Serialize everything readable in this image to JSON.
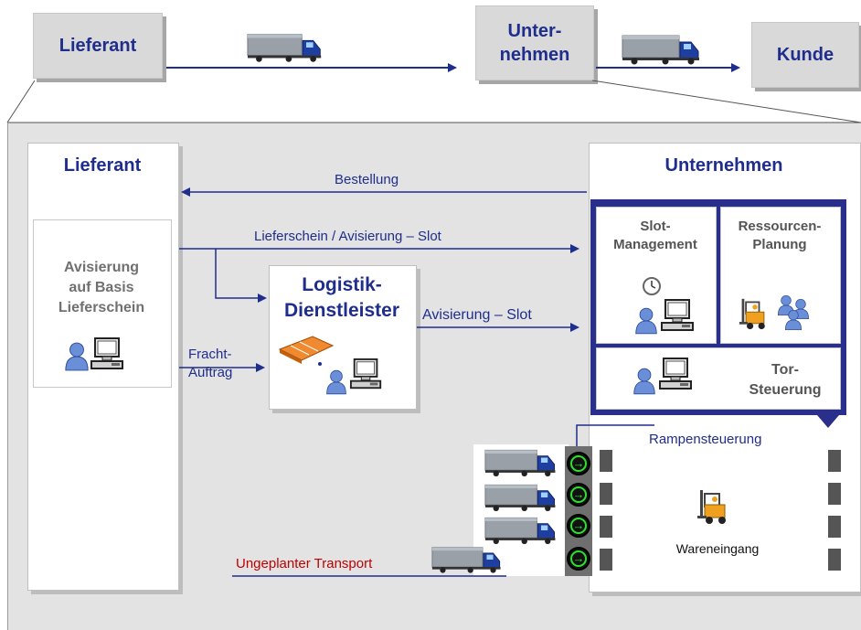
{
  "top": {
    "supplier": "Lieferant",
    "company": "Unter-\nnehmen",
    "customer": "Kunde"
  },
  "supplier_column": {
    "title": "Lieferant",
    "panel_text": "Avisierung\nauf Basis\nLieferschein"
  },
  "company_column": {
    "title": "Unternehmen",
    "slot_management": "Slot-\nManagement",
    "resource_planning": "Ressourcen-\nPlanung",
    "gate_control": "Tor-\nSteuerung",
    "ramp_control": "Rampensteuerung",
    "goods_receipt": "Wareneingang"
  },
  "logistics": {
    "title": "Logistik-\nDienstleister"
  },
  "flows": {
    "order": "Bestellung",
    "delivery_note": "Lieferschein / Avisierung – Slot",
    "advice_slot": "Avisierung – Slot",
    "freight_order": "Fracht-\nAuftrag",
    "unplanned": "Ungeplanter Transport"
  },
  "colors": {
    "accent": "#1f2d8c",
    "unplanned": "#c00000",
    "signal": "#2fe02f"
  }
}
